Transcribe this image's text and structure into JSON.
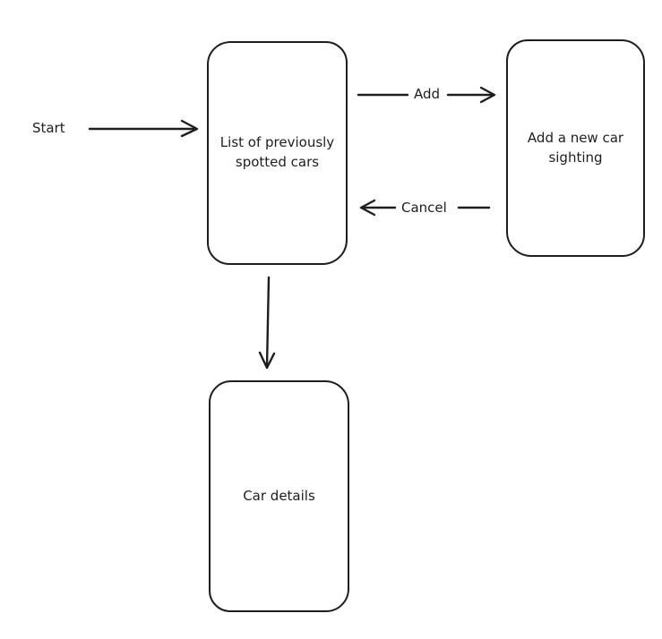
{
  "nodes": {
    "list": "List of previously spotted cars",
    "add": "Add a new car sighting",
    "details": "Car details"
  },
  "edges": {
    "start": "Start",
    "add": "Add",
    "cancel": "Cancel"
  },
  "colors": {
    "stroke": "#1e1e1e",
    "background": "#ffffff"
  }
}
